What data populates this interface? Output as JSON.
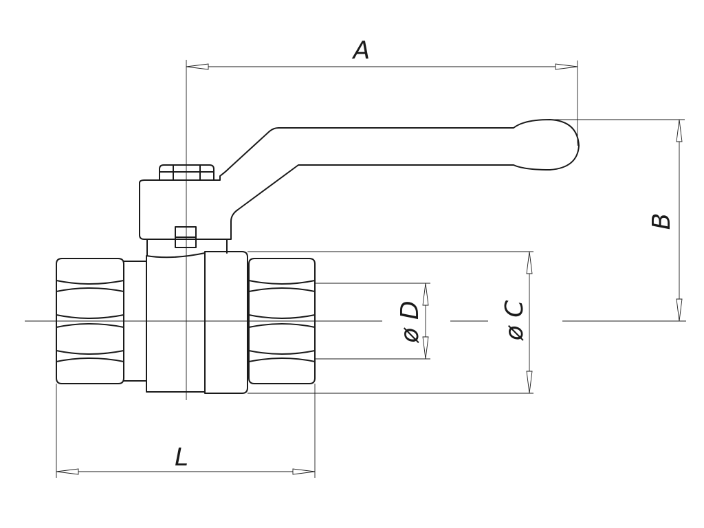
{
  "dimensions": {
    "A": "A",
    "B": "B",
    "C": "ø C",
    "D": "ø D",
    "L": "L"
  }
}
